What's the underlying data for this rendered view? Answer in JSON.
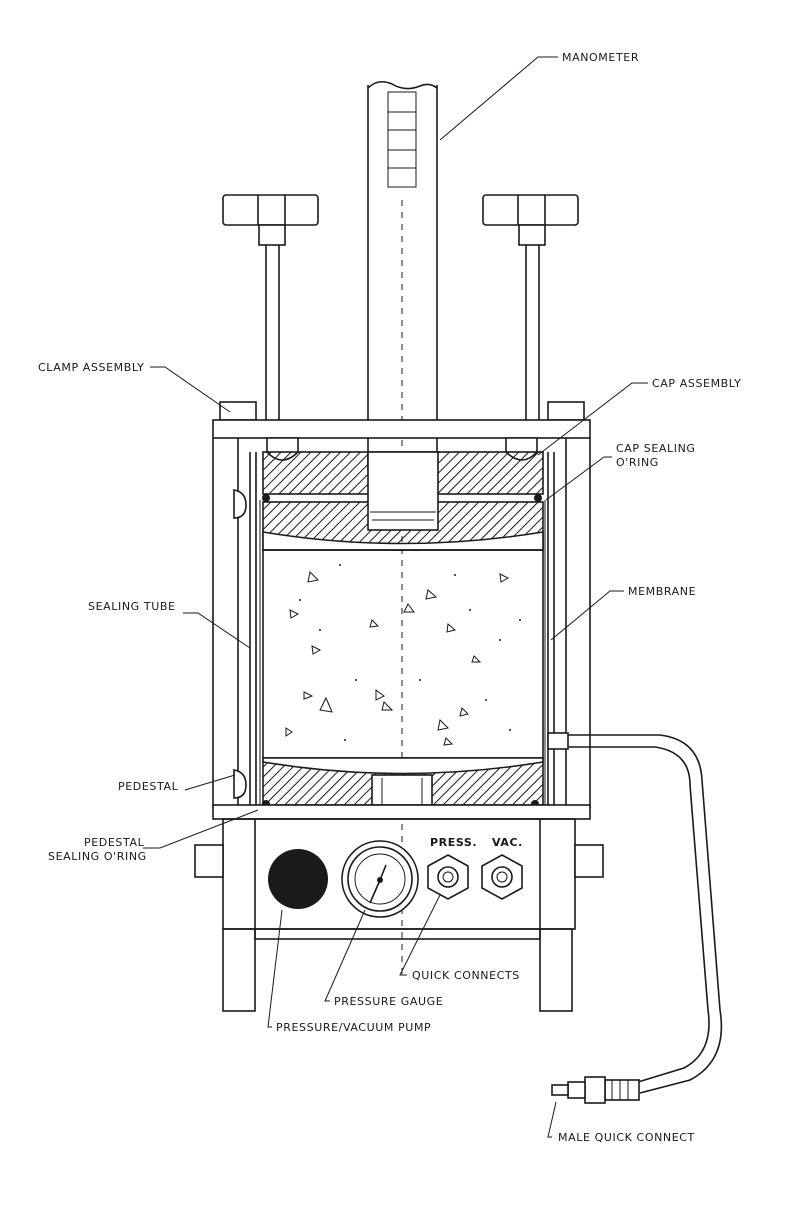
{
  "labels": {
    "manometer": "MANOMETER",
    "clamp_assembly": "CLAMP ASSEMBLY",
    "cap_assembly": "CAP ASSEMBLY",
    "cap_sealing_oring_line1": "CAP SEALING",
    "cap_sealing_oring_line2": "O'RING",
    "sealing_tube": "SEALING TUBE",
    "membrane": "MEMBRANE",
    "pedestal": "PEDESTAL",
    "pedestal_sealing_oring_line1": "PEDESTAL",
    "pedestal_sealing_oring_line2": "SEALING O'RING",
    "press": "PRESS.",
    "vac": "VAC.",
    "quick_connects": "QUICK CONNECTS",
    "pressure_gauge": "PRESSURE GAUGE",
    "pressure_vacuum_pump": "PRESSURE/VACUUM PUMP",
    "male_quick_connect": "MALE QUICK CONNECT"
  },
  "colors": {
    "ink": "#1a1a1a",
    "paper": "#ffffff"
  }
}
